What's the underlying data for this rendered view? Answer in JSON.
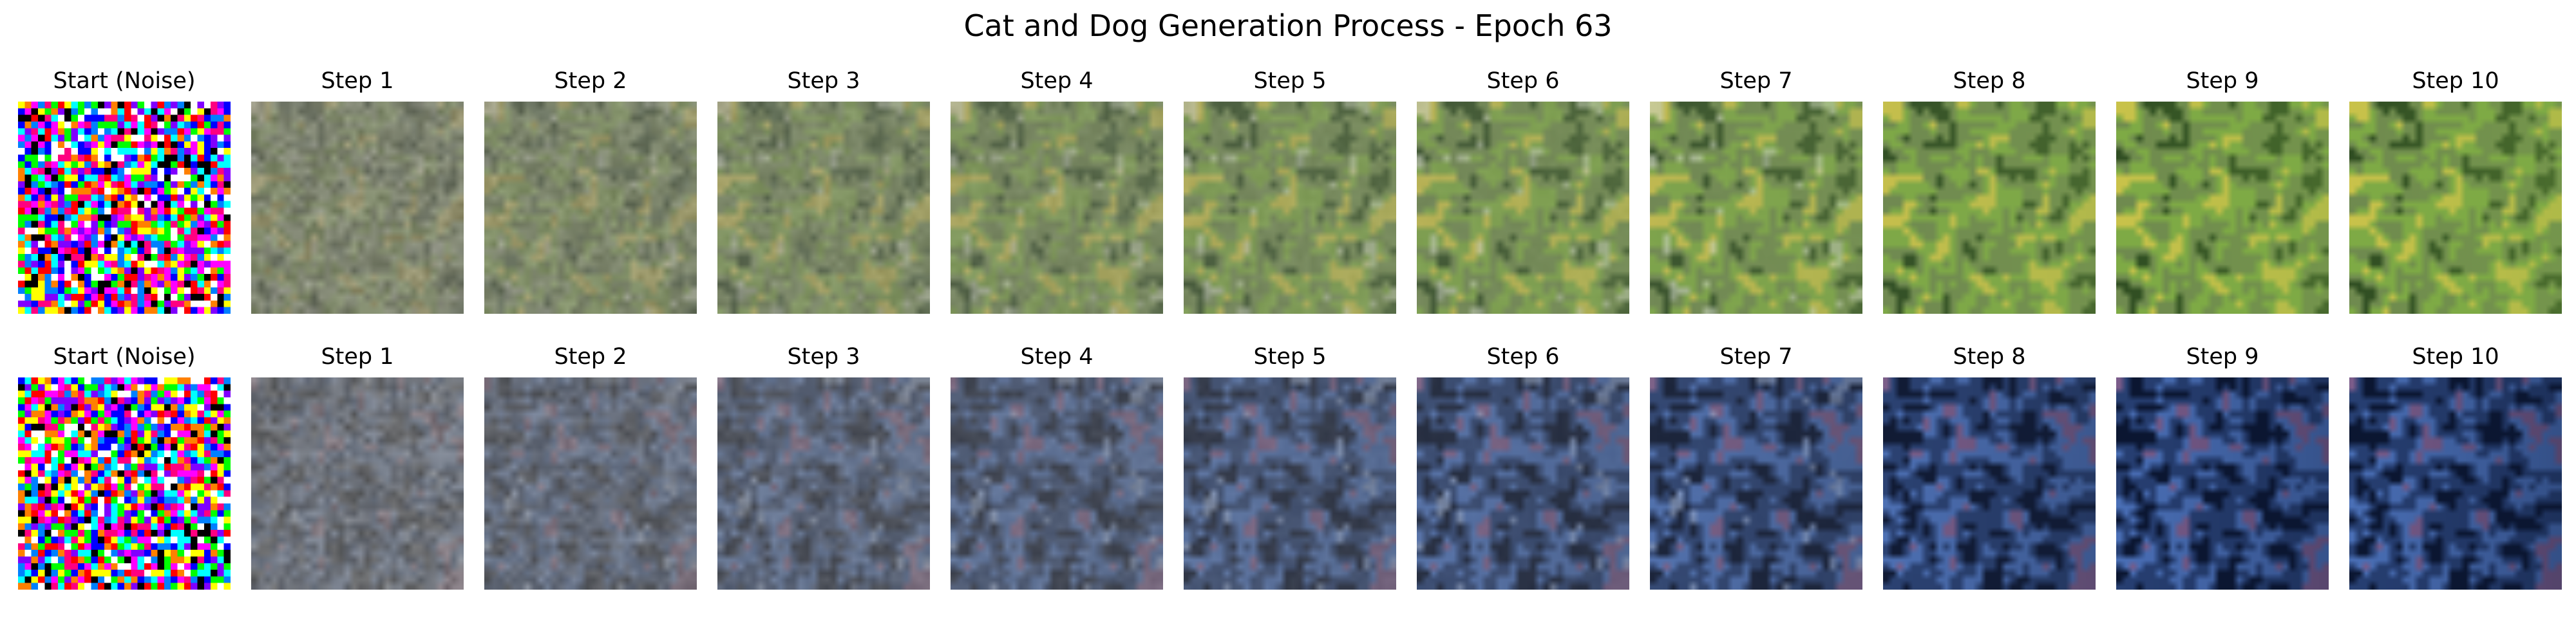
{
  "title": "Cat and Dog Generation Process - Epoch 63",
  "rows": [
    {
      "palette": {
        "base": "#6f8a4f",
        "dark": "#2f4d22",
        "light": "#7eaa45",
        "accent": "#c9c24a",
        "highlight": "#d8e2cc"
      },
      "panels": [
        {
          "label": "Start (Noise)",
          "kind": "noise",
          "progress": 0.0
        },
        {
          "label": "Step 1",
          "kind": "gen",
          "progress": 0.1
        },
        {
          "label": "Step 2",
          "kind": "gen",
          "progress": 0.2
        },
        {
          "label": "Step 3",
          "kind": "gen",
          "progress": 0.3
        },
        {
          "label": "Step 4",
          "kind": "gen",
          "progress": 0.4
        },
        {
          "label": "Step 5",
          "kind": "gen",
          "progress": 0.5
        },
        {
          "label": "Step 6",
          "kind": "gen",
          "progress": 0.6
        },
        {
          "label": "Step 7",
          "kind": "gen",
          "progress": 0.7
        },
        {
          "label": "Step 8",
          "kind": "gen",
          "progress": 0.8
        },
        {
          "label": "Step 9",
          "kind": "gen",
          "progress": 0.9
        },
        {
          "label": "Step 10",
          "kind": "gen",
          "progress": 1.0
        }
      ]
    },
    {
      "palette": {
        "base": "#273f72",
        "dark": "#0b1631",
        "light": "#4a6fb6",
        "accent": "#7b5c8a",
        "highlight": "#a7bde6"
      },
      "panels": [
        {
          "label": "Start (Noise)",
          "kind": "noise",
          "progress": 0.0
        },
        {
          "label": "Step 1",
          "kind": "gen",
          "progress": 0.1
        },
        {
          "label": "Step 2",
          "kind": "gen",
          "progress": 0.2
        },
        {
          "label": "Step 3",
          "kind": "gen",
          "progress": 0.3
        },
        {
          "label": "Step 4",
          "kind": "gen",
          "progress": 0.4
        },
        {
          "label": "Step 5",
          "kind": "gen",
          "progress": 0.5
        },
        {
          "label": "Step 6",
          "kind": "gen",
          "progress": 0.6
        },
        {
          "label": "Step 7",
          "kind": "gen",
          "progress": 0.7
        },
        {
          "label": "Step 8",
          "kind": "gen",
          "progress": 0.8
        },
        {
          "label": "Step 9",
          "kind": "gen",
          "progress": 0.9
        },
        {
          "label": "Step 10",
          "kind": "gen",
          "progress": 1.0
        }
      ]
    }
  ]
}
